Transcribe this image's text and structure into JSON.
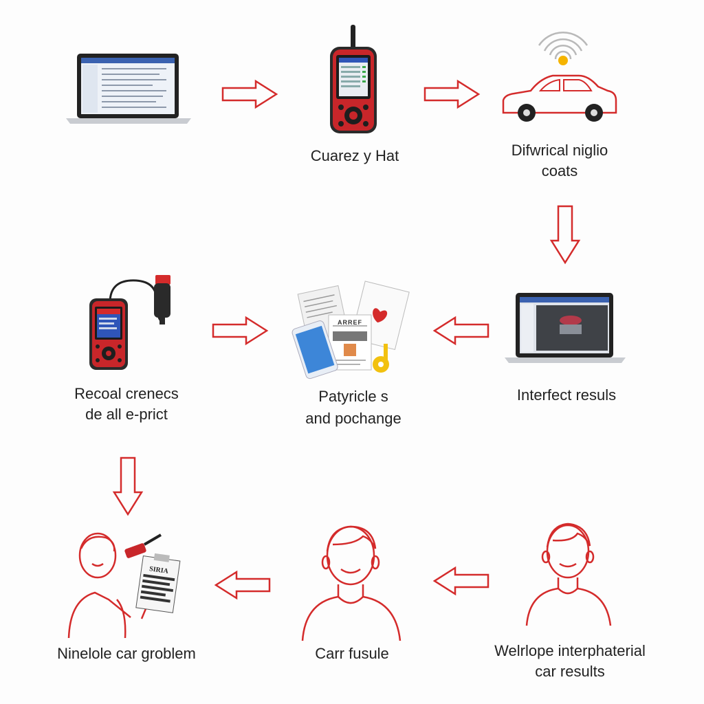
{
  "colors": {
    "accent": "#d42b2b",
    "device_dark": "#2a2a2a",
    "screen_blue": "#2f55b8",
    "signal_yellow": "#f5b400"
  },
  "nodes": {
    "laptop_top": {
      "icon": "laptop-icon"
    },
    "scanner_top": {
      "icon": "obd-scanner-icon",
      "label_1": "Cuarez y Hat"
    },
    "car": {
      "icon": "car-wireless-icon",
      "label_1": "Difwrical niglio",
      "label_2": "coats"
    },
    "scanner_cable": {
      "icon": "obd-scanner-cable-icon",
      "label_1": "Recoal crenecs",
      "label_2": "de all e-prict"
    },
    "documents": {
      "icon": "documents-icon",
      "doc_text": "ARREF",
      "label_1": "Patyricle s",
      "label_2": "and pochange"
    },
    "laptop_mid": {
      "icon": "laptop-icon",
      "label_1": "Interfect resuls"
    },
    "person_doc": {
      "icon": "person-with-document-icon",
      "doc_text": "SIRIA",
      "label_1": "Ninelole car groblem"
    },
    "person_mid": {
      "icon": "person-icon",
      "label_1": "Carr fusule"
    },
    "person_right": {
      "icon": "person-icon",
      "label_1": "Welrlope interphaterial",
      "label_2": "car results"
    }
  }
}
